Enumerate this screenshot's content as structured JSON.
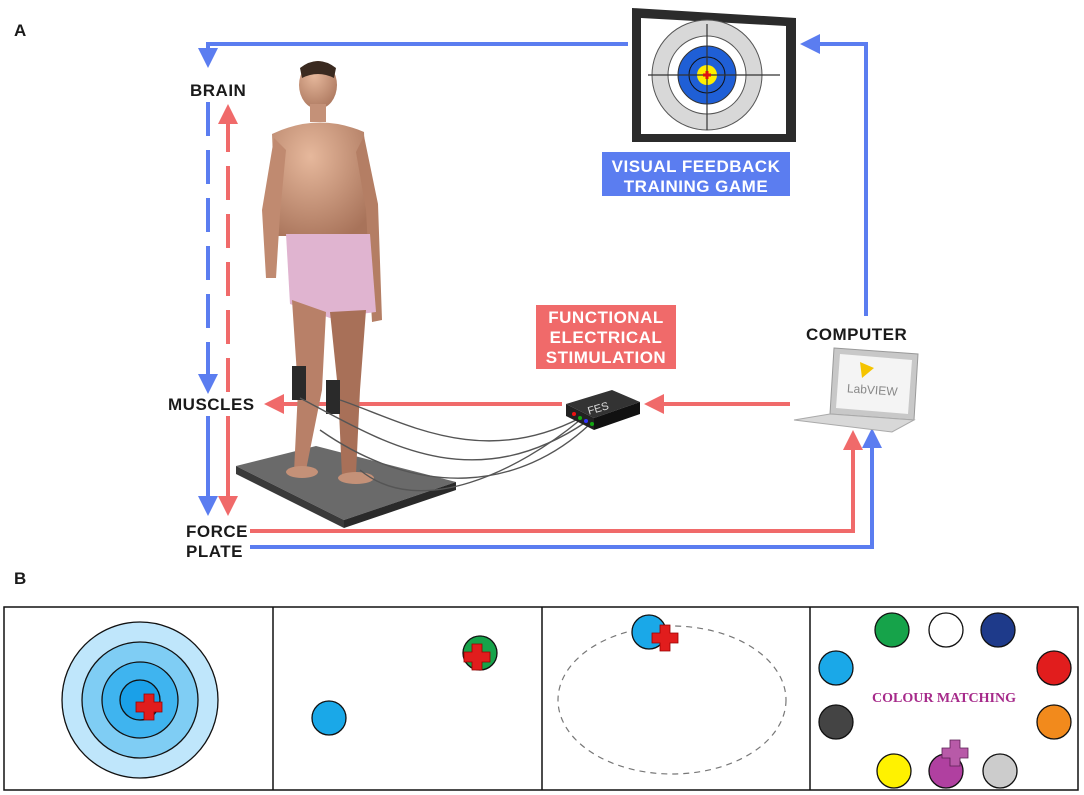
{
  "panels": {
    "a": "A",
    "b": "B"
  },
  "labels": {
    "brain": "BRAIN",
    "muscles": "MUSCLES",
    "force_plate_line1": "FORCE",
    "force_plate_line2": "PLATE",
    "computer": "COMPUTER",
    "fes_device": "FES",
    "software": "LabVIEW"
  },
  "boxes": {
    "visual_feedback": {
      "line1": "VISUAL FEEDBACK",
      "line2": "TRAINING GAME",
      "color": "#5b7df0"
    },
    "fes": {
      "line1": "FUNCTIONAL",
      "line2": "ELECTRICAL",
      "line3": "STIMULATION",
      "color": "#f06a6a"
    }
  },
  "colors": {
    "blue_arrow": "#5b7df0",
    "red_arrow": "#f06a6a"
  },
  "games": {
    "colour_matching_label": "COLOUR MATCHING",
    "colour_matching_dots": [
      "#16a34a",
      "#ffffff",
      "#1e3a8a",
      "#e11d1d",
      "#f28a1c",
      "#cccccc",
      "#b040a0",
      "#fff200",
      "#444444",
      "#1aa8e8"
    ]
  }
}
